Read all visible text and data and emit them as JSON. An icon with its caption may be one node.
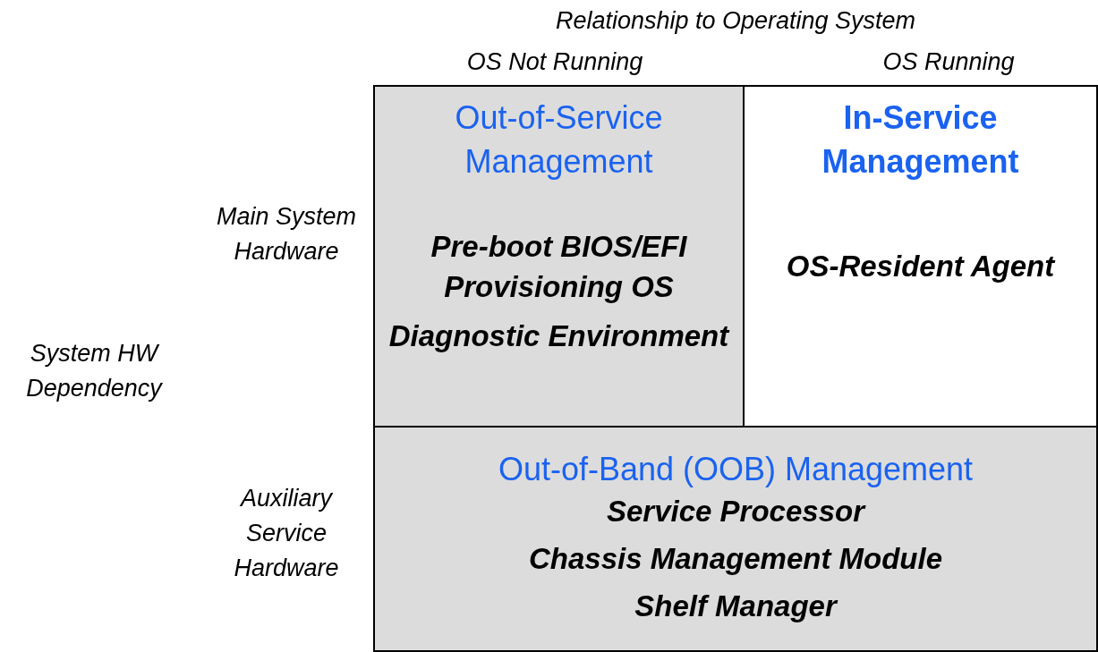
{
  "diagram": {
    "nodes": [
      {
        "text": [
          "Out-of-Service Management",
          "Pre-boot BIOS/EFI",
          "Provisioning OS",
          "Diagnostic Environment"
        ]
      },
      {
        "text": [
          "In-Service Management",
          "OS-Resident Agent"
        ]
      },
      {
        "text": [
          "Out-of-Band (OOB) Management",
          "Service Processor",
          "Chassis Management Module",
          "Shelf Manager"
        ]
      }
    ],
    "labels": [
      "Relationship to Operating System",
      "OS Not Running",
      "OS Running",
      "Main System Hardware",
      "System HW Dependency",
      "Auxiliary Service Hardware"
    ]
  }
}
